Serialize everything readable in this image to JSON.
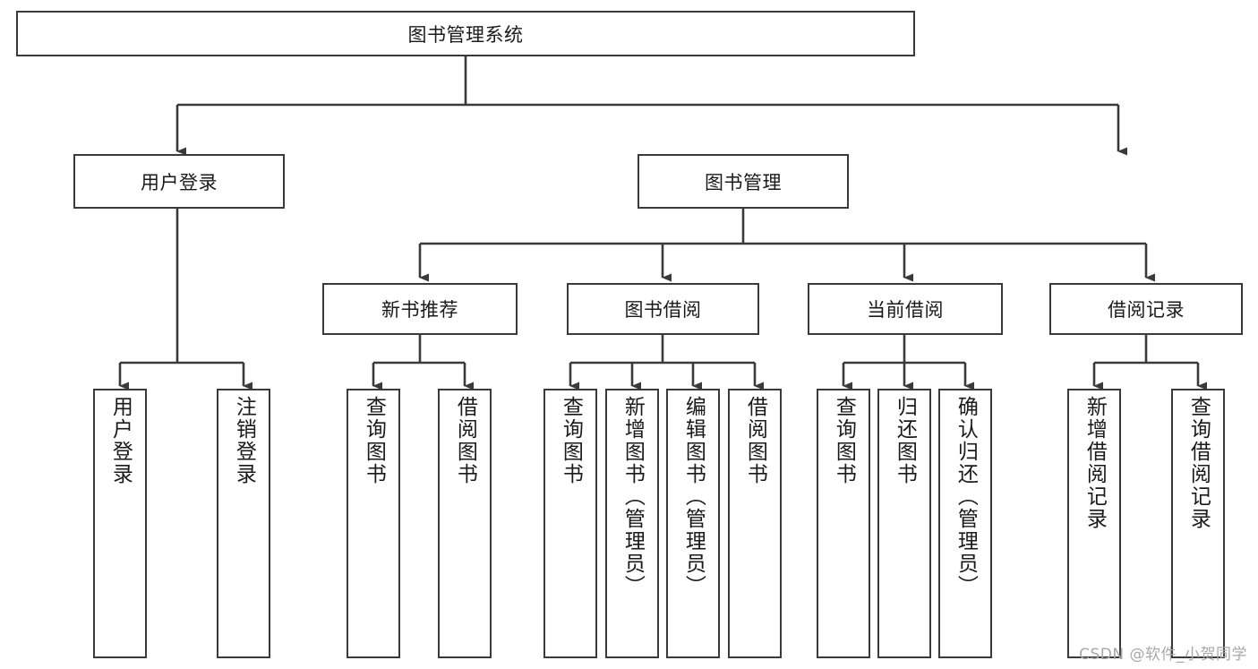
{
  "diagram": {
    "title": "图书管理系统",
    "type": "functional-structure-tree",
    "root": {
      "label": "图书管理系统"
    },
    "level2": [
      {
        "label": "用户登录"
      },
      {
        "label": "图书管理"
      }
    ],
    "level3": [
      {
        "label": "新书推荐"
      },
      {
        "label": "图书借阅"
      },
      {
        "label": "当前借阅"
      },
      {
        "label": "借阅记录"
      }
    ],
    "leaves": {
      "user_login": [
        {
          "label": "用户登录"
        },
        {
          "label": "注销登录"
        }
      ],
      "new_book_recommend": [
        {
          "label": "查询图书"
        },
        {
          "label": "借阅图书"
        }
      ],
      "book_borrow": [
        {
          "label": "查询图书"
        },
        {
          "label": "新增图书（管理员）"
        },
        {
          "label": "编辑图书（管理员）"
        },
        {
          "label": "借阅图书"
        }
      ],
      "current_borrow": [
        {
          "label": "查询图书"
        },
        {
          "label": "归还图书"
        },
        {
          "label": "确认归还（管理员）"
        }
      ],
      "borrow_records": [
        {
          "label": "新增借阅记录"
        },
        {
          "label": "查询借阅记录"
        }
      ]
    }
  },
  "watermark": {
    "text": "CSDN @软件_小贺同学"
  },
  "colors": {
    "stroke": "#3a3a3a",
    "box_fill": "#ffffff",
    "text": "#1a1a1a",
    "watermark": "#a8a8a8",
    "background": "#ffffff"
  }
}
